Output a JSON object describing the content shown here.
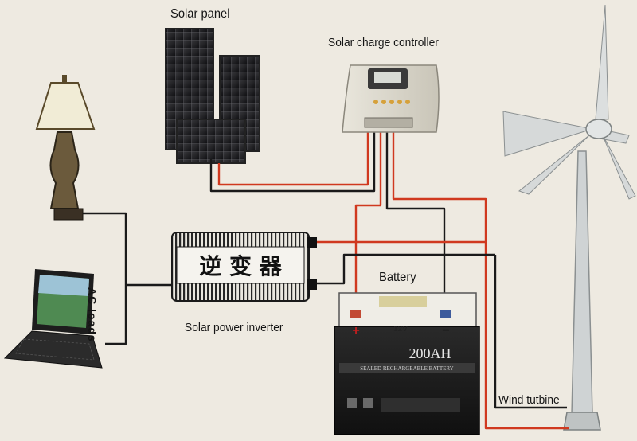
{
  "labels": {
    "solar_panel": "Solar panel",
    "charge_controller": "Solar charge controller",
    "battery": "Battery",
    "inverter": "Solar power inverter",
    "wind_turbine": "Wind tutbine",
    "ac_loads": "AC loads"
  },
  "inverter_text": "逆 变 器",
  "battery_face": {
    "capacity": "200AH",
    "subtitle": "SEALED RECHARGEABLE BATTERY",
    "voltage": "12V",
    "plus": "+",
    "minus": "−"
  },
  "colors": {
    "background": "#eeeae1",
    "wire_red": "#d0391f",
    "wire_black": "#1a1a1a"
  }
}
